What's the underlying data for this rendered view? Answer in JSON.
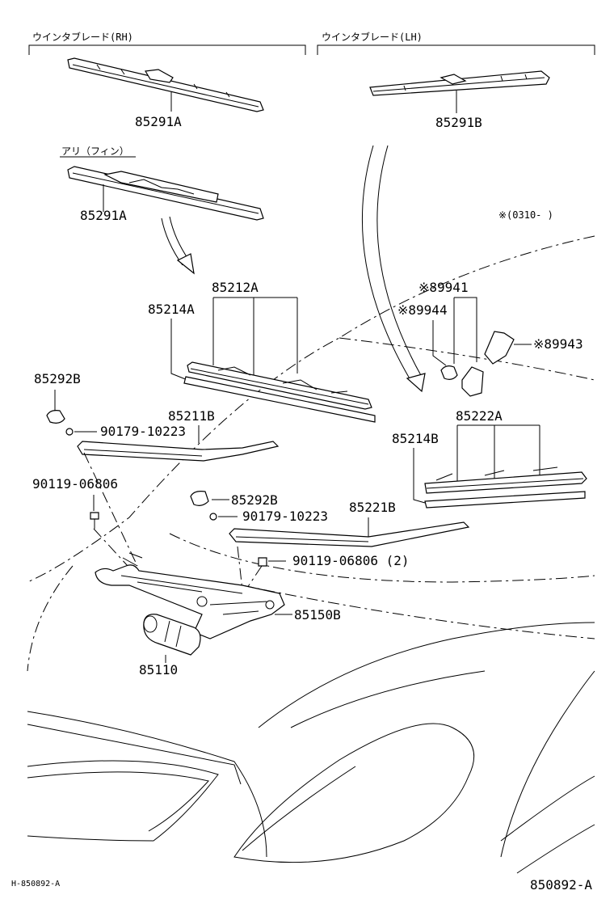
{
  "headers": {
    "rh": "ウインタブレード(RH)",
    "lh": "ウインタブレード(LH)"
  },
  "notes": {
    "alt": "アリ（フィン）",
    "date_range": "※(0310-        )"
  },
  "parts": {
    "p85291A_top": "85291A",
    "p85291B": "85291B",
    "p85291A_alt": "85291A",
    "p85212A": "85212A",
    "p85214A": "85214A",
    "p89941": "※89941",
    "p89944": "※89944",
    "p89943": "※89943",
    "p85292B_left": "85292B",
    "p90179_left": "90179-10223",
    "p85211B": "85211B",
    "p85222A": "85222A",
    "p85214B": "85214B",
    "p90119_left": "90119-06806",
    "p85292B_mid": "85292B",
    "p90179_mid": "90179-10223",
    "p85221B": "85221B",
    "p90119_mid": "90119-06806 (2)",
    "p85150B": "85150B",
    "p85110": "85110"
  },
  "footer": {
    "code_left": "H-850892-A",
    "code_right": "850892-A"
  }
}
